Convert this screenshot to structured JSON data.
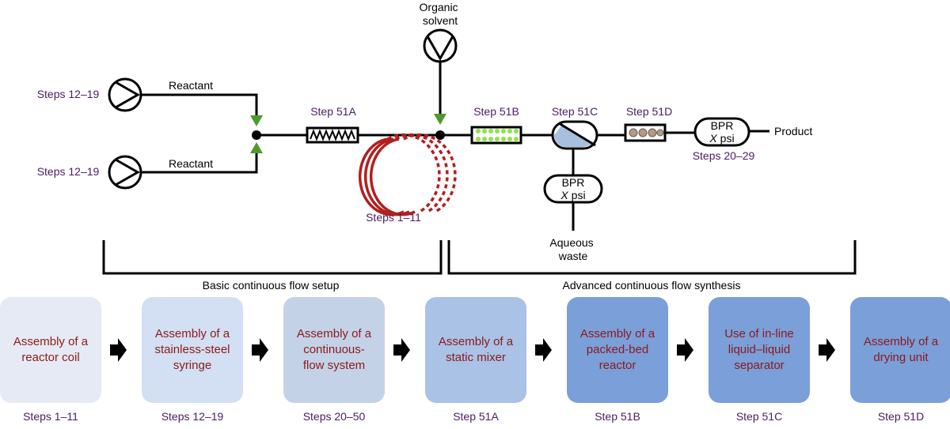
{
  "colors": {
    "line": "#000000",
    "step_text": "#4b1c63",
    "box_text": "#8b1a1a",
    "green_arrow": "#4e9a2e",
    "coil": "#b21e1e",
    "mixer_fill": "#ffffff",
    "packed_bed_dots": "#8ee44a",
    "drying_beads": "#b39c86",
    "separator_fill": "#a9bfe0"
  },
  "schematic": {
    "organic_solvent": "Organic\nsolvent",
    "reactant_top": "Reactant",
    "reactant_bottom": "Reactant",
    "steps_pump_top": "Steps 12–19",
    "steps_pump_bottom": "Steps 12–19",
    "step_51a": "Step 51A",
    "step_51b": "Step 51B",
    "step_51c": "Step 51C",
    "step_51d": "Step 51D",
    "steps_coil": "Steps 1–11",
    "bpr_line1": "BPR",
    "bpr_x": "X",
    "bpr_psi": "psi",
    "bpr_steps": "Steps 20–29",
    "product": "Product",
    "aqueous_waste": "Aqueous\nwaste"
  },
  "brackets": {
    "basic": "Basic continuous flow setup",
    "advanced": "Advanced continuous flow synthesis"
  },
  "workflow": [
    {
      "title": "Assembly of a reactor coil",
      "steps": "Steps 1–11",
      "color": "#e6eaf4"
    },
    {
      "title": "Assembly of a stainless-steel syringe",
      "steps": "Steps 12–19",
      "color": "#d3dff2"
    },
    {
      "title": "Assembly of a continuous-flow system",
      "steps": "Steps 20–50",
      "color": "#c4d2e8"
    },
    {
      "title": "Assembly of a static mixer",
      "steps": "Step 51A",
      "color": "#a9c2e6"
    },
    {
      "title": "Assembly of a packed-bed reactor",
      "steps": "Step 51B",
      "color": "#7b9fd9"
    },
    {
      "title": "Use of in-line liquid–liquid separator",
      "steps": "Step 51C",
      "color": "#7b9fd9"
    },
    {
      "title": "Assembly of a drying unit",
      "steps": "Step 51D",
      "color": "#7b9fd9"
    }
  ]
}
